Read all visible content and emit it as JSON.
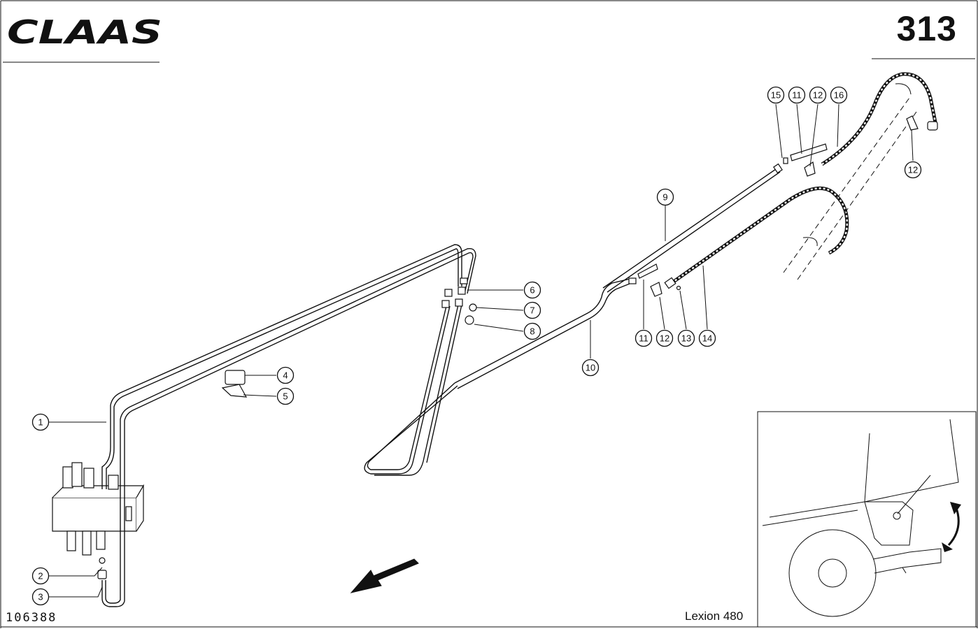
{
  "header": {
    "brand": "CLAAS",
    "page_number": "313"
  },
  "footer": {
    "drawing_number": "106388",
    "model": "Lexion 480"
  },
  "callouts": {
    "c1": "1",
    "c2": "2",
    "c3": "3",
    "c4": "4",
    "c5": "5",
    "c6": "6",
    "c7": "7",
    "c8": "8",
    "c9": "9",
    "c10": "10",
    "c11a": "11",
    "c12a": "12",
    "c13": "13",
    "c14": "14",
    "c15": "15",
    "c11b": "11",
    "c12b": "12",
    "c16": "16",
    "c12c": "12"
  },
  "icons": {
    "direction": "direction-arrow-icon",
    "pivot": "pivot-arrow-icon"
  }
}
